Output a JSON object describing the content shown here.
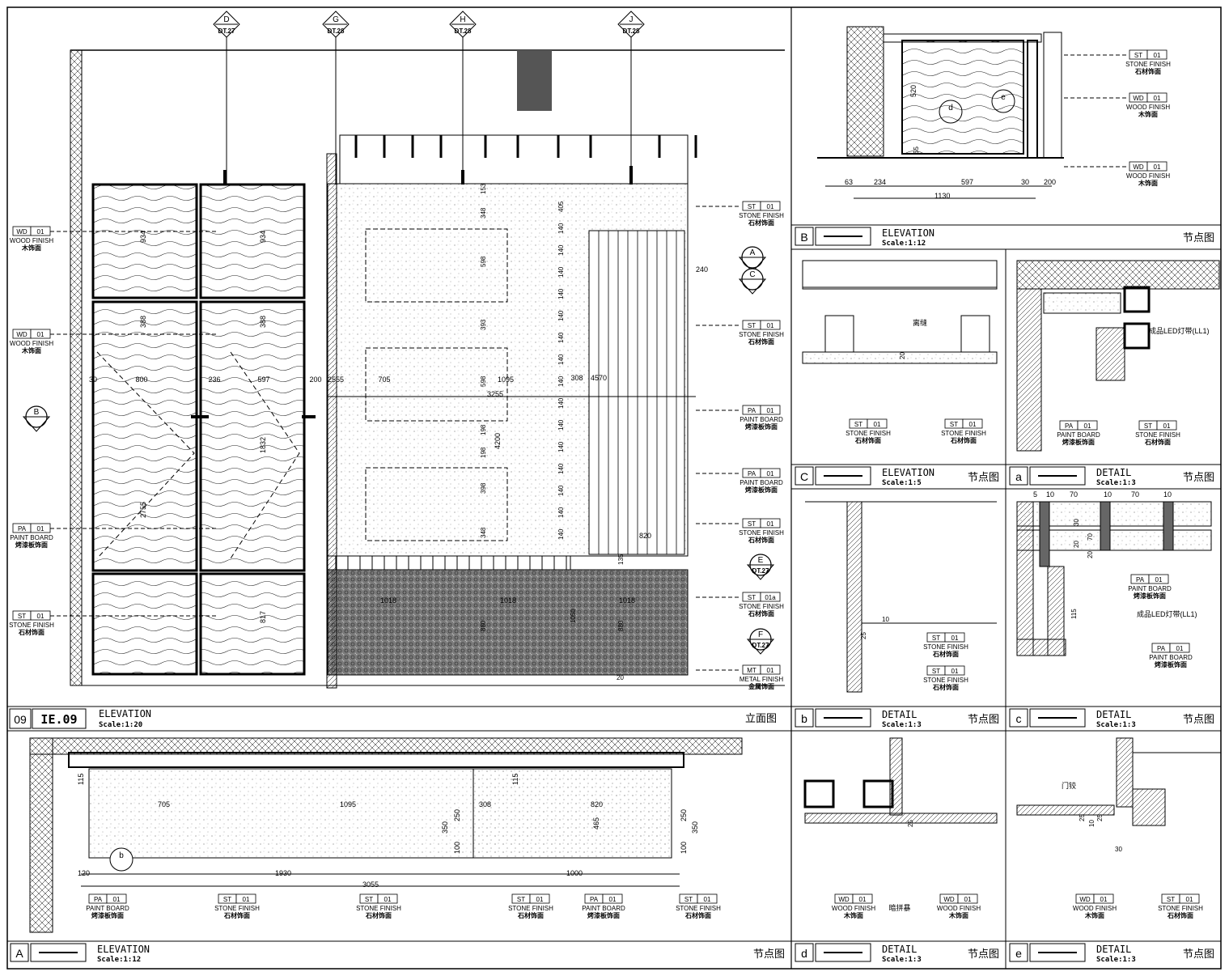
{
  "main_elevation": {
    "sheet_no": "09",
    "sheet_code": "IE.09",
    "kind": "ELEVATION",
    "scale": "Scale:1:20",
    "title_cn": "立面图",
    "section_markers": [
      {
        "letter": "D",
        "ref": "DT.27"
      },
      {
        "letter": "G",
        "ref": "DT.28"
      },
      {
        "letter": "H",
        "ref": "DT.28"
      },
      {
        "letter": "J",
        "ref": "DT.28"
      }
    ],
    "side_markers": [
      {
        "letter": "A",
        "ref": ""
      },
      {
        "letter": "C",
        "ref": ""
      },
      {
        "letter": "E",
        "ref": "DT.27"
      },
      {
        "letter": "F",
        "ref": "DT.27"
      },
      {
        "letter": "B",
        "ref": ""
      }
    ],
    "left_tags": [
      {
        "code": "WD",
        "num": "01",
        "en": "WOOD FINISH",
        "cn": "木饰面"
      },
      {
        "code": "WD",
        "num": "01",
        "en": "WOOD FINISH",
        "cn": "木饰面"
      },
      {
        "code": "PA",
        "num": "01",
        "en": "PAINT BOARD",
        "cn": "烤漆板饰面"
      },
      {
        "code": "ST",
        "num": "01",
        "en": "STONE FINISH",
        "cn": "石材饰面"
      }
    ],
    "right_tags": [
      {
        "code": "ST",
        "num": "01",
        "en": "STONE FINISH",
        "cn": "石材饰面"
      },
      {
        "code": "ST",
        "num": "01",
        "en": "STONE FINISH",
        "cn": "石材饰面"
      },
      {
        "code": "PA",
        "num": "01",
        "en": "PAINT BOARD",
        "cn": "烤漆板饰面"
      },
      {
        "code": "PA",
        "num": "01",
        "en": "PAINT BOARD",
        "cn": "烤漆板饰面"
      },
      {
        "code": "ST",
        "num": "01",
        "en": "STONE FINISH",
        "cn": "石材饰面"
      },
      {
        "code": "ST",
        "num": "01a",
        "en": "STONE FINISH",
        "cn": "石材饰面"
      },
      {
        "code": "MT",
        "num": "01",
        "en": "METAL FINISH",
        "cn": "金属饰面"
      }
    ],
    "dims_left": [
      "934",
      "934",
      "388",
      "388",
      "2755",
      "1832",
      "817"
    ],
    "dims_row": [
      "30",
      "800",
      "236",
      "597",
      "200",
      "2555",
      "705",
      "1095",
      "3255",
      "4200",
      "308",
      "4570"
    ],
    "dims_right_v": [
      "405",
      "140",
      "140",
      "140",
      "140",
      "140",
      "140",
      "140",
      "140",
      "140",
      "140",
      "140",
      "140",
      "140",
      "140",
      "140"
    ],
    "dims_center_v": [
      "153",
      "348",
      "598",
      "393",
      "598",
      "198",
      "198",
      "398",
      "348",
      "880",
      "1050",
      "880"
    ],
    "dims_bottom": [
      "1018",
      "1018",
      "1018"
    ],
    "dim_240": "240",
    "dim_820": "820",
    "dim_135": "135",
    "dim_20": "20"
  },
  "panel_B": {
    "letter": "B",
    "kind": "ELEVATION",
    "scale": "Scale:1:12",
    "title_cn": "节点图",
    "tags": [
      {
        "code": "ST",
        "num": "01",
        "en": "STONE FINISH",
        "cn": "石材饰面"
      },
      {
        "code": "WD",
        "num": "01",
        "en": "WOOD FINISH",
        "cn": "木饰面"
      },
      {
        "code": "WD",
        "num": "01",
        "en": "WOOD FINISH",
        "cn": "木饰面"
      }
    ],
    "dims": [
      "63",
      "234",
      "597",
      "30",
      "200",
      "1130",
      "520",
      "55"
    ],
    "callouts": [
      "d",
      "e"
    ]
  },
  "panel_C": {
    "letter": "C",
    "kind": "ELEVATION",
    "scale": "Scale:1:5",
    "title_cn": "节点图",
    "note": "离缝",
    "dim": "20",
    "tags": [
      {
        "code": "ST",
        "num": "01",
        "en": "STONE FINISH",
        "cn": "石材饰面"
      },
      {
        "code": "ST",
        "num": "01",
        "en": "STONE FINISH",
        "cn": "石材饰面"
      }
    ]
  },
  "panel_a": {
    "letter": "a",
    "kind": "DETAIL",
    "scale": "Scale:1:3",
    "title_cn": "节点图",
    "note": "成品LED灯带(LL1)",
    "tags": [
      {
        "code": "PA",
        "num": "01",
        "en": "PAINT BOARD",
        "cn": "烤漆板饰面"
      },
      {
        "code": "ST",
        "num": "01",
        "en": "STONE FINISH",
        "cn": "石材饰面"
      }
    ]
  },
  "panel_b": {
    "letter": "b",
    "kind": "DETAIL",
    "scale": "Scale:1:3",
    "title_cn": "节点图",
    "dims": [
      "10",
      "25"
    ],
    "tags": [
      {
        "code": "ST",
        "num": "01",
        "en": "STONE FINISH",
        "cn": "石材饰面"
      },
      {
        "code": "ST",
        "num": "01",
        "en": "STONE FINISH",
        "cn": "石材饰面"
      }
    ]
  },
  "panel_c": {
    "letter": "c",
    "kind": "DETAIL",
    "scale": "Scale:1:3",
    "title_cn": "节点图",
    "note": "成品LED灯带(LL1)",
    "dims": [
      "5",
      "10",
      "70",
      "10",
      "70",
      "10",
      "30",
      "70",
      "20",
      "20",
      "115"
    ],
    "tags": [
      {
        "code": "PA",
        "num": "01",
        "en": "PAINT BOARD",
        "cn": "烤漆板饰面"
      },
      {
        "code": "PA",
        "num": "01",
        "en": "PAINT BOARD",
        "cn": "烤漆板饰面"
      }
    ]
  },
  "panel_A": {
    "letter": "A",
    "kind": "ELEVATION",
    "scale": "Scale:1:12",
    "title_cn": "节点图",
    "dims": [
      "115",
      "705",
      "1095",
      "308",
      "820",
      "115",
      "250",
      "350",
      "250",
      "350",
      "100",
      "100",
      "465",
      "120",
      "1930",
      "1000",
      "3055"
    ],
    "callout": "b",
    "tags": [
      {
        "code": "PA",
        "num": "01",
        "en": "PAINT BOARD",
        "cn": "烤漆板饰面"
      },
      {
        "code": "ST",
        "num": "01",
        "en": "STONE FINISH",
        "cn": "石材饰面"
      },
      {
        "code": "ST",
        "num": "01",
        "en": "STONE FINISH",
        "cn": "石材饰面"
      },
      {
        "code": "ST",
        "num": "01",
        "en": "STONE FINISH",
        "cn": "石材饰面"
      },
      {
        "code": "PA",
        "num": "01",
        "en": "PAINT BOARD",
        "cn": "烤漆板饰面"
      },
      {
        "code": "ST",
        "num": "01",
        "en": "STONE FINISH",
        "cn": "石材饰面"
      }
    ]
  },
  "panel_d": {
    "letter": "d",
    "kind": "DETAIL",
    "scale": "Scale:1:3",
    "title_cn": "节点图",
    "note": "暗拼暴",
    "dims": [
      "25"
    ],
    "tags": [
      {
        "code": "WD",
        "num": "01",
        "en": "WOOD FINISH",
        "cn": "木饰面"
      },
      {
        "code": "WD",
        "num": "01",
        "en": "WOOD FINISH",
        "cn": "木饰面"
      }
    ]
  },
  "panel_e": {
    "letter": "e",
    "kind": "DETAIL",
    "scale": "Scale:1:3",
    "title_cn": "节点图",
    "note": "门铰",
    "dims": [
      "25",
      "10",
      "25",
      "30"
    ],
    "tags": [
      {
        "code": "WD",
        "num": "01",
        "en": "WOOD FINISH",
        "cn": "木饰面"
      },
      {
        "code": "ST",
        "num": "01",
        "en": "STONE FINISH",
        "cn": "石材饰面"
      }
    ]
  }
}
